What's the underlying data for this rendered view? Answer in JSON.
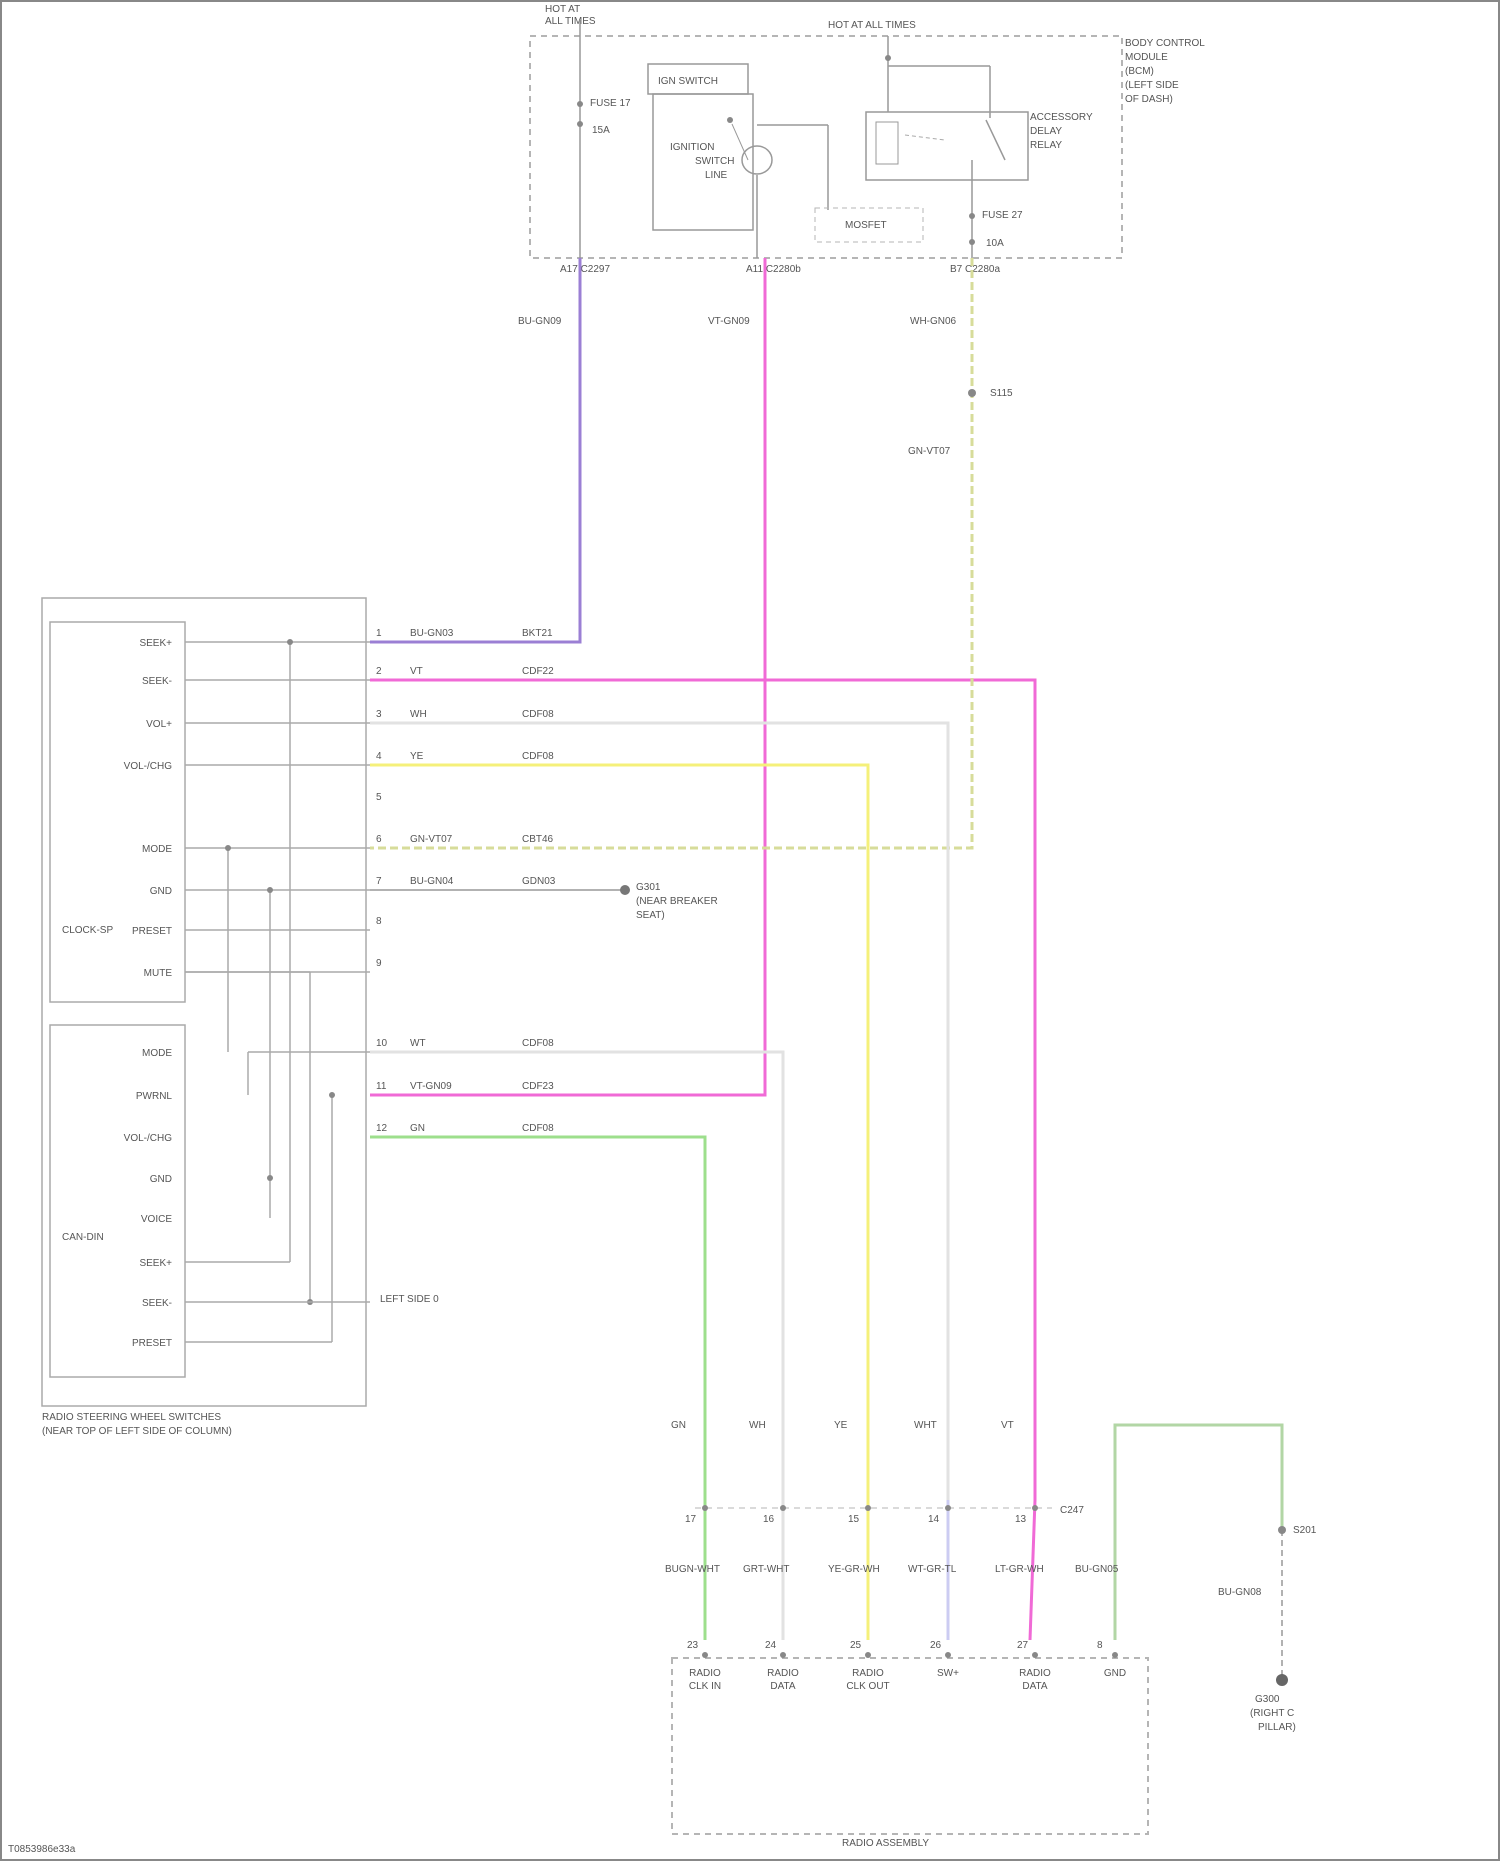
{
  "colors": {
    "purple": "#9b7fd4",
    "pink": "#f06ad6",
    "yellow": "#f5f07a",
    "olive": "#d7dc9a",
    "green": "#9ddf8c",
    "sage": "#b2d6a5",
    "light_grey": "#e2e2e2",
    "grey": "#aaaaaa",
    "lavender": "#ccccf2",
    "box": "#999999",
    "dashed": "#b5b5b5"
  },
  "top_module": {
    "supply_label_line1": "HOT AT",
    "supply_label_line2": "ALL TIMES",
    "power_label": "HOT AT ALL TIMES",
    "name_lines": [
      "BODY CONTROL",
      "MODULE",
      "(BCM)",
      "(LEFT SIDE",
      "OF DASH)"
    ],
    "fuse_label_1": "FUSE 17",
    "fuse_amp_1": "15A",
    "fuse_label_2": "FUSE 27",
    "fuse_amp_2": "10A",
    "ignition_switch_label": "IGN SWITCH",
    "ignition_lines": [
      "IGNITION",
      "SWITCH",
      "LINE"
    ],
    "relay_lines": [
      "ACCESSORY",
      "DELAY",
      "RELAY"
    ],
    "mosfet_label": "MOSFET",
    "pin_labels": [
      "A17  C2297",
      "A11  C2280b",
      "B7  C2280a"
    ]
  },
  "top_wires": {
    "purple_label": "BU-GN09",
    "pink_label": "VT-GN09",
    "olive_label": "WH-GN06",
    "splice_label": "S115",
    "olive_label_2": "GN-VT07"
  },
  "switch_assembly": {
    "name_line1": "RADIO STEERING WHEEL SWITCHES",
    "name_line2": "(NEAR TOP OF LEFT SIDE OF COLUMN)",
    "upper_section_label": "CLOCK-SP",
    "lower_section_label": "CAN-DIN",
    "upper_pins": [
      "SEEK+",
      "SEEK-",
      "VOL+",
      "VOL-/CHG",
      "MODE",
      "GND",
      "PRESET",
      "MUTE"
    ],
    "lower_pins": [
      "MODE",
      "PWRNL",
      "VOL-/CHG",
      "GND",
      "VOICE",
      "SEEK+",
      "SEEK-",
      "PRESET"
    ],
    "cavities": [
      "1",
      "2",
      "3",
      "4",
      "5",
      "6",
      "7",
      "8",
      "9",
      "10",
      "11",
      "12"
    ],
    "wire_colors": [
      "BU-GN03",
      "VT",
      "WH",
      "YE",
      "",
      "GN-VT07",
      "BU-GN04",
      "",
      "",
      "WT",
      "VT-GN09",
      "GN"
    ],
    "circuits": [
      "BKT21",
      "CDF22",
      "CDF08",
      "CDF08",
      "",
      "CBT46",
      "GDN03",
      "",
      "",
      "CDF08",
      "CDF23",
      "CDF08"
    ],
    "ground_label_lines": [
      "G301",
      "(NEAR BREAKER",
      "SEAT)"
    ],
    "left_pin_label": "LEFT SIDE 0"
  },
  "bottom_connector": {
    "top_wire_colors": [
      "GN",
      "WH",
      "YE",
      "WHT",
      "VT"
    ],
    "top_pins": [
      "17",
      "16",
      "15",
      "14",
      "13"
    ],
    "connector_id": "C247",
    "circuits": [
      "BUGN-WHT",
      "GRT-WHT",
      "YE-GR-WH",
      "WT-GR-TL",
      "LT-GR-WH",
      "BU-GN05"
    ],
    "cavities": [
      "23",
      "24",
      "25",
      "26",
      "27",
      "8"
    ],
    "pin_names": [
      [
        "RADIO",
        "CLK IN"
      ],
      [
        "RADIO",
        "DATA"
      ],
      [
        "RADIO",
        "CLK OUT"
      ],
      [
        "SW+",
        ""
      ],
      [
        "RADIO",
        "DATA"
      ],
      [
        "GND",
        ""
      ]
    ],
    "module_name": "RADIO ASSEMBLY",
    "splice_label": "S201",
    "ground_wire_label": "BU-GN08",
    "ground_lines": [
      "G300",
      "(RIGHT C",
      "PILLAR)"
    ]
  },
  "footer": {
    "image_id": "T0853986e33a"
  }
}
